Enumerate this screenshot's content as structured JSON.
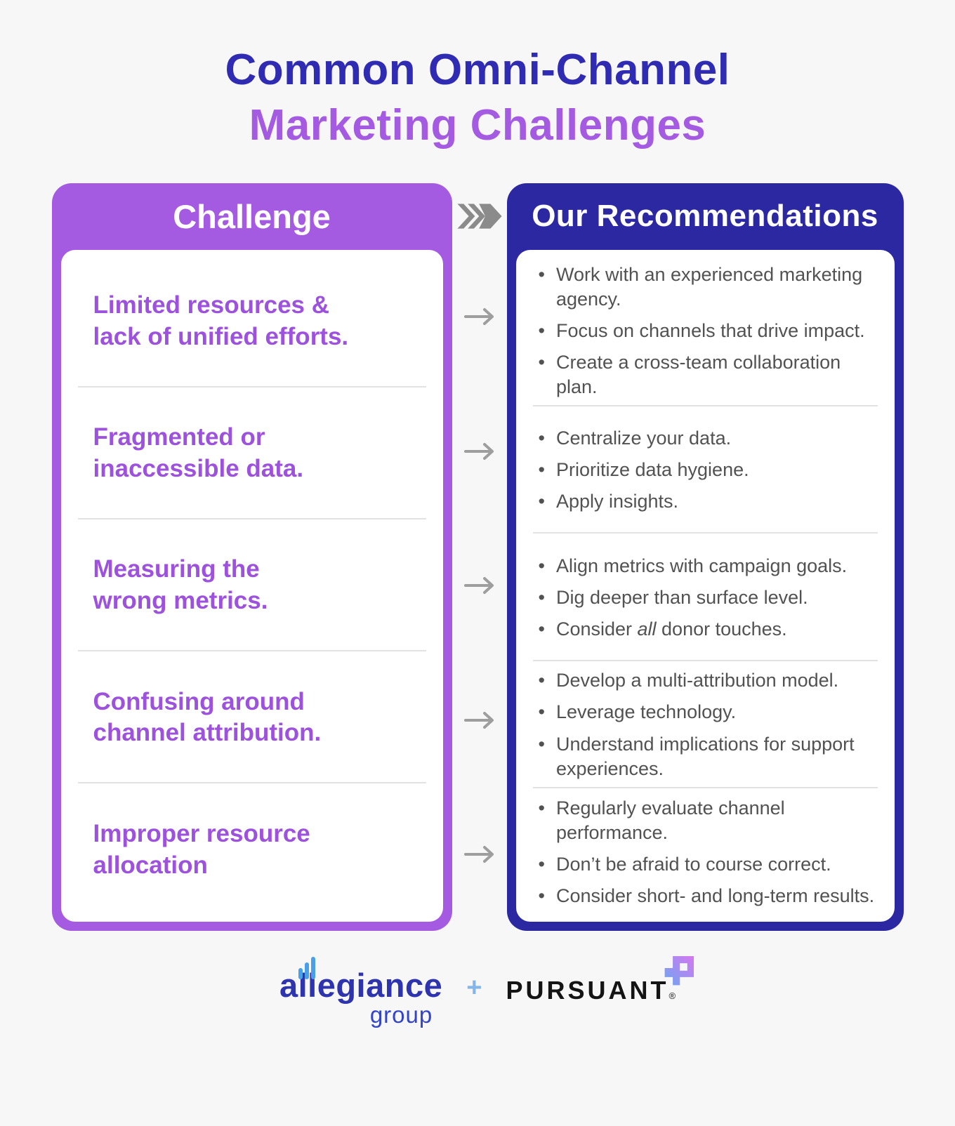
{
  "title": {
    "line1": "Common Omni-Channel",
    "line2": "Marketing Challenges"
  },
  "columns": {
    "challenge_header": "Challenge",
    "recommendations_header": "Our Recommendations"
  },
  "bullet_char": "•",
  "rows": [
    {
      "challenge_line1": "Limited resources &",
      "challenge_line2": "lack of unified efforts.",
      "recommendations": [
        [
          {
            "text": "Work with an experienced marketing agency.",
            "italic": false
          }
        ],
        [
          {
            "text": "Focus on channels that drive impact.",
            "italic": false
          }
        ],
        [
          {
            "text": "Create a cross-team collaboration plan.",
            "italic": false
          }
        ]
      ]
    },
    {
      "challenge_line1": "Fragmented or",
      "challenge_line2": "inaccessible data.",
      "recommendations": [
        [
          {
            "text": "Centralize your data.",
            "italic": false
          }
        ],
        [
          {
            "text": "Prioritize data hygiene.",
            "italic": false
          }
        ],
        [
          {
            "text": "Apply insights.",
            "italic": false
          }
        ]
      ]
    },
    {
      "challenge_line1": "Measuring the",
      "challenge_line2": "wrong metrics.",
      "recommendations": [
        [
          {
            "text": "Align metrics with campaign goals.",
            "italic": false
          }
        ],
        [
          {
            "text": "Dig deeper than surface level.",
            "italic": false
          }
        ],
        [
          {
            "text": "Consider ",
            "italic": false
          },
          {
            "text": "all",
            "italic": true
          },
          {
            "text": " donor touches.",
            "italic": false
          }
        ]
      ]
    },
    {
      "challenge_line1": "Confusing around",
      "challenge_line2": "channel attribution.",
      "recommendations": [
        [
          {
            "text": "Develop a multi-attribution model.",
            "italic": false
          }
        ],
        [
          {
            "text": "Leverage technology.",
            "italic": false
          }
        ],
        [
          {
            "text": "Understand implications for support experiences.",
            "italic": false
          }
        ]
      ]
    },
    {
      "challenge_line1": "Improper resource",
      "challenge_line2": "allocation",
      "recommendations": [
        [
          {
            "text": "Regularly evaluate channel performance.",
            "italic": false
          }
        ],
        [
          {
            "text": "Don’t be afraid to course correct.",
            "italic": false
          }
        ],
        [
          {
            "text": "Consider short- and long-term results.",
            "italic": false
          }
        ]
      ]
    }
  ],
  "footer": {
    "brand1_word": "allegiance",
    "brand1_sub": "group",
    "separator": "+",
    "brand2_word": "PURSUANT",
    "brand2_reg": "®"
  },
  "icons": {
    "header_separator": "triple-chevron-right-icon",
    "row_connector": "right-arrow-icon",
    "brand1_mark": "bar-chart-icon",
    "brand2_mark": "pursuant-p-mark-icon"
  },
  "colors": {
    "background": "#f7f7f7",
    "title_blue": "#2f2bb2",
    "challenge_card_purple": "#a55ae2",
    "challenge_text_purple": "#9d52de",
    "recommendations_card_navy": "#2b28a2",
    "body_text_gray": "#525252",
    "divider_gray": "#e2e2e2",
    "arrow_gray": "#9e9e9e",
    "chevron_gray": "#8b8b8b",
    "allegiance_blue": "#2d34ae",
    "allegiance_light_blue": "#4aa0e8",
    "plus_light_blue": "#85b6ea",
    "pursuant_black": "#141414",
    "p_mark_gradient_start": "#6ba6f2",
    "p_mark_gradient_end": "#d678f0"
  }
}
